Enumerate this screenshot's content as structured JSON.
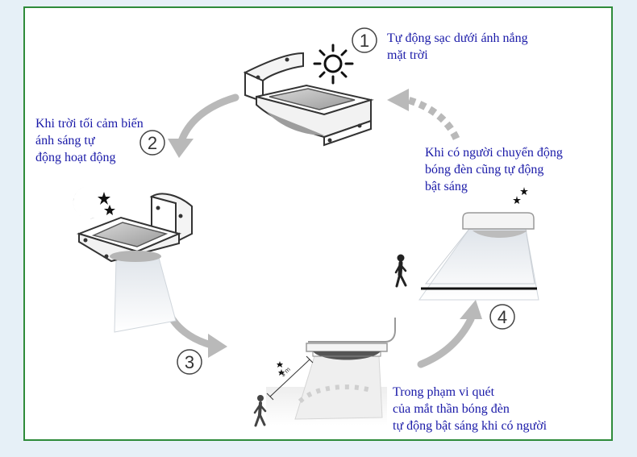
{
  "steps": [
    {
      "number": "1",
      "caption": "Tự động sạc dưới ánh nắng\nmặt trời",
      "icon": "sun-icon"
    },
    {
      "number": "2",
      "caption": "Khi trời tối cảm biến\nánh sáng tự\nđộng hoạt động",
      "icon": "moon-stars-icon"
    },
    {
      "number": "3",
      "caption": "Trong phạm vi quét\ncủa mắt thần bóng đèn\ntự động bật sáng khi có người",
      "icon": "moon-stars-icon",
      "range_label": "3 m"
    },
    {
      "number": "4",
      "caption": "Khi có người chuyển động\nbóng đèn cũng tự động\nbật sáng",
      "icon": "moon-stars-icon"
    }
  ],
  "colors": {
    "border": "#2e8b3a",
    "caption_text": "#1a1aa8",
    "arrow": "#b9b9b9",
    "background": "#e6f0f7"
  }
}
